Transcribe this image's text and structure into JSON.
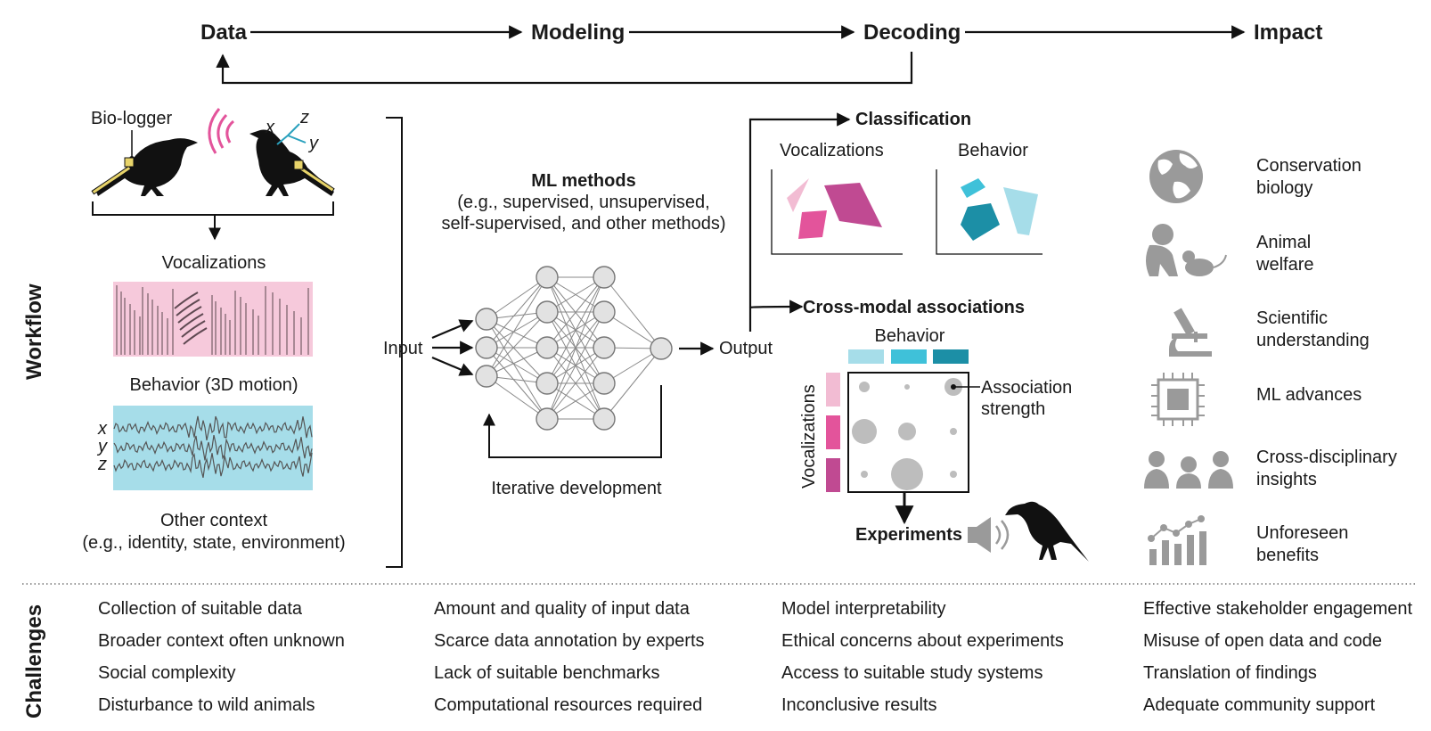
{
  "pipeline": {
    "data": "Data",
    "modeling": "Modeling",
    "decoding": "Decoding",
    "impact": "Impact"
  },
  "side_labels": {
    "workflow": "Workflow",
    "challenges": "Challenges"
  },
  "data_panel": {
    "biologger": "Bio-logger",
    "axis_x": "x",
    "axis_y": "y",
    "axis_z": "z",
    "vocalizations": "Vocalizations",
    "behavior": "Behavior (3D motion)",
    "trace_x": "x",
    "trace_y": "y",
    "trace_z": "z",
    "other_context_1": "Other context",
    "other_context_2": "(e.g., identity, state, environment)"
  },
  "model_panel": {
    "ml_methods": "ML methods",
    "ml_desc_1": "(e.g., supervised, unsupervised,",
    "ml_desc_2": "self-supervised, and other methods)",
    "input": "Input",
    "output": "Output",
    "iterative": "Iterative development"
  },
  "decoding_panel": {
    "classification": "Classification",
    "vocalizations": "Vocalizations",
    "behavior": "Behavior",
    "cross_modal": "Cross-modal associations",
    "matrix_behavior": "Behavior",
    "matrix_vocalizations": "Vocalizations",
    "association_1": "Association",
    "association_2": "strength",
    "experiments": "Experiments"
  },
  "impact_items": [
    {
      "icon": "globe-icon",
      "line1": "Conservation",
      "line2": "biology"
    },
    {
      "icon": "animals-icon",
      "line1": "Animal",
      "line2": "welfare"
    },
    {
      "icon": "microscope-icon",
      "line1": "Scientific",
      "line2": "understanding"
    },
    {
      "icon": "chip-icon",
      "line1": "ML advances",
      "line2": ""
    },
    {
      "icon": "people-icon",
      "line1": "Cross-disciplinary",
      "line2": "insights"
    },
    {
      "icon": "growth-chart-icon",
      "line1": "Unforeseen",
      "line2": "benefits"
    }
  ],
  "challenges": {
    "data": [
      "Collection of suitable data",
      "Broader context often unknown",
      "Social complexity",
      "Disturbance to wild animals"
    ],
    "modeling": [
      "Amount and quality of input data",
      "Scarce data annotation by experts",
      "Lack of suitable benchmarks",
      "Computational resources required"
    ],
    "decoding": [
      "Model interpretability",
      "Ethical concerns about experiments",
      "Access to suitable study systems",
      "Inconclusive results"
    ],
    "impact": [
      "Effective stakeholder engagement",
      "Misuse of open data and code",
      "Translation of findings",
      "Adequate community support"
    ]
  },
  "colors": {
    "pink_light": "#f2bcd3",
    "pink": "#e3549b",
    "magenta": "#c04a92",
    "cyan_light": "#a6dde9",
    "cyan": "#3fc1d9",
    "teal": "#1c8fa6",
    "gray_icon": "#9a9a9a",
    "dot_gray": "#bdbdbd"
  }
}
